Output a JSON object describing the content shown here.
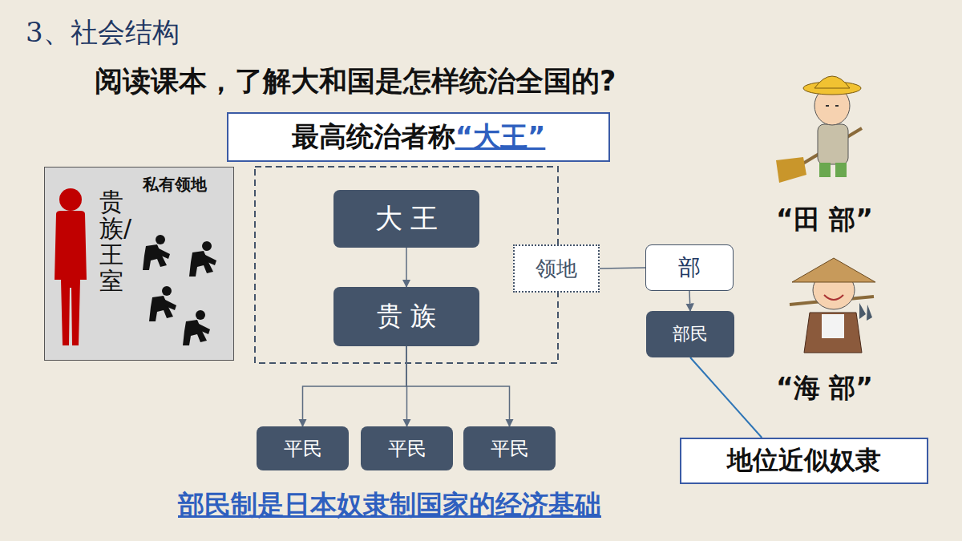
{
  "diagram": {
    "title": "3、社会结构",
    "caption": "部民制是日本奴隶制国家的经济基础",
    "nodes": [
      {
        "text": [
          "私有领地",
          "贵族/王室"
        ]
      },
      {
        "text": [
          "最高统治者称",
          "“大王”"
        ]
      },
      {
        "text": [
          "大 王"
        ]
      },
      {
        "text": [
          "贵 族"
        ]
      },
      {
        "text": [
          "平民"
        ]
      },
      {
        "text": [
          "平民"
        ]
      },
      {
        "text": [
          "平民"
        ]
      },
      {
        "text": [
          "领地"
        ]
      },
      {
        "text": [
          "部"
        ]
      },
      {
        "text": [
          "部民"
        ]
      },
      {
        "text": [
          "地位近似奴隶"
        ]
      }
    ],
    "edges": [
      {
        "from": 2,
        "to": 3,
        "arrow": "to"
      },
      {
        "from": 3,
        "to": 4,
        "arrow": "to"
      },
      {
        "from": 3,
        "to": 5,
        "arrow": "to"
      },
      {
        "from": 3,
        "to": 6,
        "arrow": "to"
      },
      {
        "from": 7,
        "to": 8,
        "arrow": "none"
      },
      {
        "from": 8,
        "to": 9,
        "arrow": "to"
      },
      {
        "from": 9,
        "to": 10,
        "arrow": "none"
      }
    ],
    "labels": [
      "阅读课本，了解大和国是怎样统治全国的?",
      "“田 部”",
      "“海 部”"
    ]
  }
}
